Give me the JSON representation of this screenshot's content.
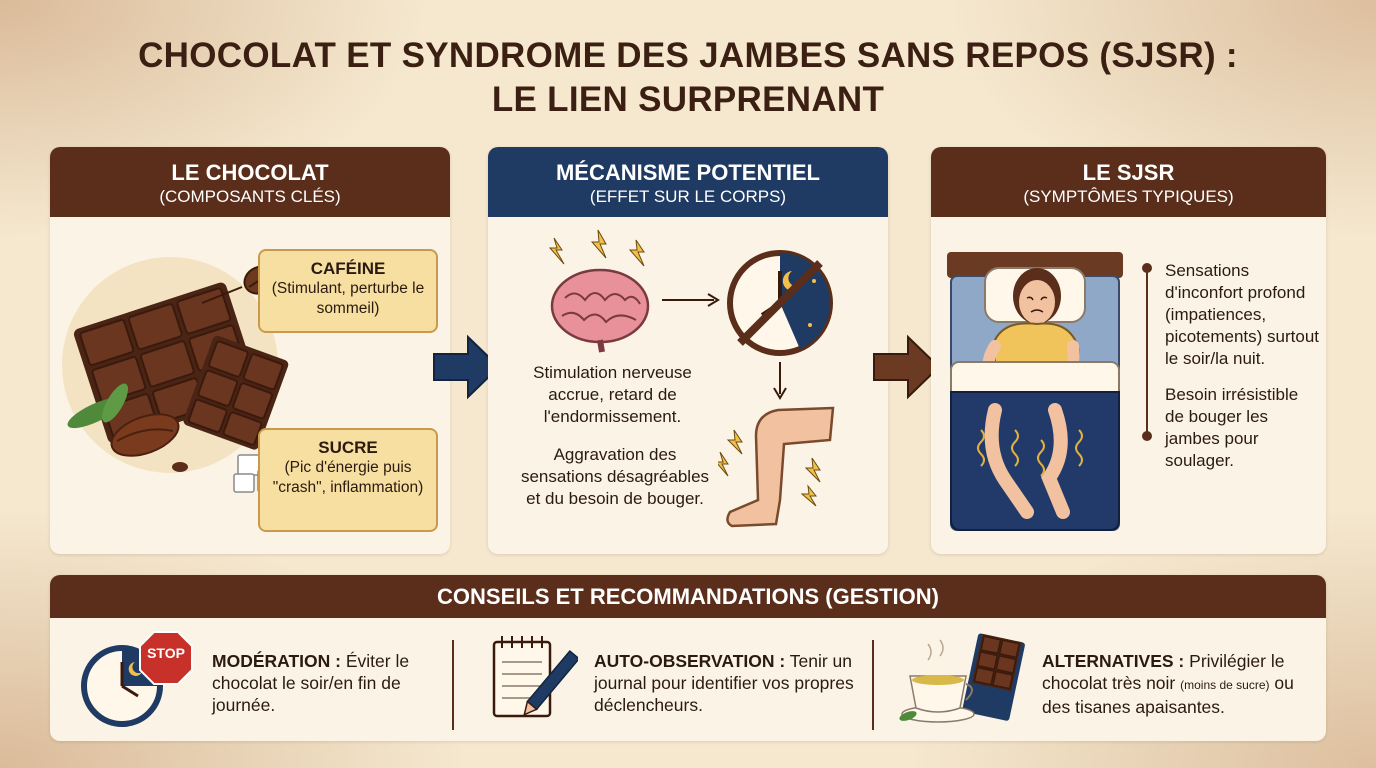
{
  "title": {
    "line1": "CHOCOLAT ET SYNDROME DES JAMBES SANS REPOS (SJSR) :",
    "line2": "LE LIEN SURPRENANT"
  },
  "chocolate_panel": {
    "title": "LE CHOCOLAT",
    "subtitle": "(COMPOSANTS CLÉS)",
    "caffeine": {
      "title": "CAFÉINE",
      "text": "(Stimulant, perturbe le sommeil)"
    },
    "sugar": {
      "title": "SUCRE",
      "text": "(Pic d'énergie puis \"crash\", inflammation)"
    }
  },
  "mechanism_panel": {
    "title": "MÉCANISME POTENTIEL",
    "subtitle": "(EFFET SUR LE CORPS)",
    "text1": "Stimulation nerveuse accrue, retard de l'endormissement.",
    "text2": "Aggravation des sensations désagréables et du besoin de bouger."
  },
  "sjsr_panel": {
    "title": "LE SJSR",
    "subtitle": "(SYMPTÔMES TYPIQUES)",
    "symptoms": [
      "Sensations d'inconfort profond (impatiences, picotements) surtout le soir/la nuit.",
      "Besoin irrésistible de bouger les jambes pour soulager."
    ]
  },
  "advice": {
    "title": "CONSEILS ET RECOMMANDATIONS (GESTION)",
    "stop_label": "STOP",
    "tips": [
      {
        "label": "MODÉRATION :",
        "text": "Éviter le chocolat le soir/en fin de journée."
      },
      {
        "label": "AUTO-OBSERVATION :",
        "text": "Tenir un journal pour identifier vos propres déclencheurs."
      },
      {
        "label": "ALTERNATIVES :",
        "text": "Privilégier le chocolat très noir",
        "note": "(moins de sucre)",
        "text2": "ou des tisanes apaisantes."
      }
    ]
  },
  "colors": {
    "brown_header": "#5a2e1a",
    "blue_header": "#1f3a63",
    "callout_bg": "#f6dfa0"
  }
}
